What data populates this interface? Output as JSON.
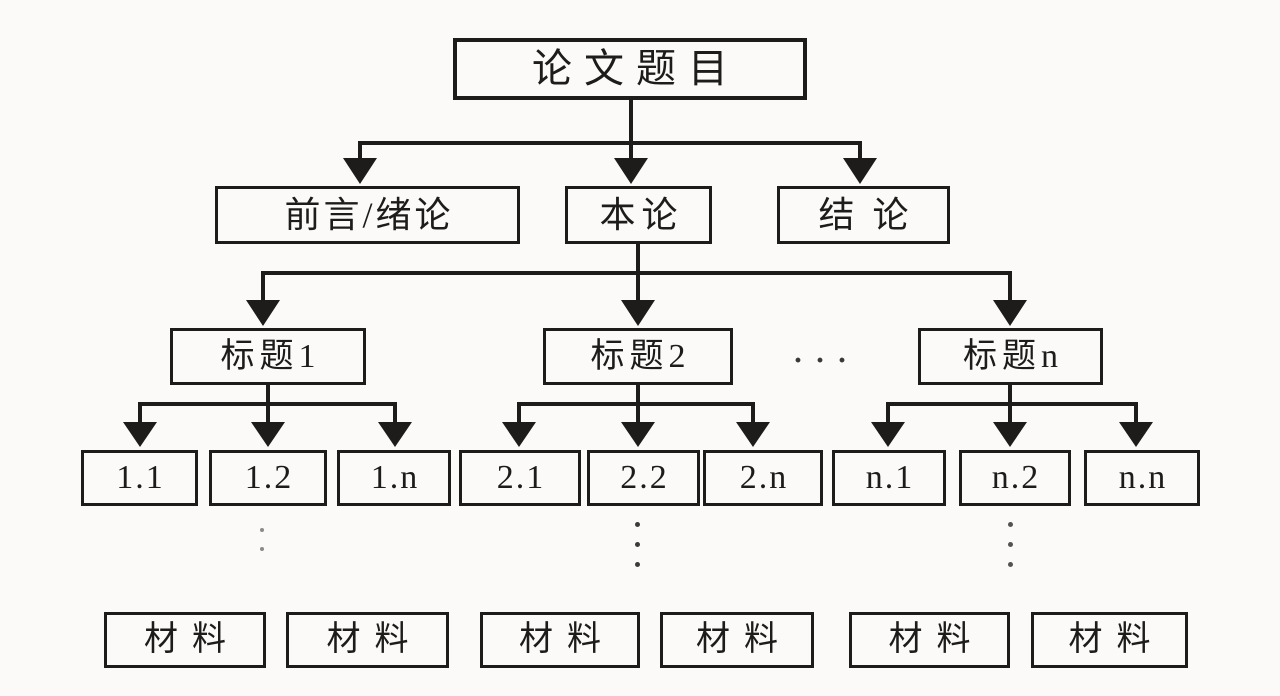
{
  "colors": {
    "background": "#fbfaf8",
    "ink": "#1d1c1a"
  },
  "diagram": {
    "root": {
      "label": "论文题目"
    },
    "level2": {
      "items": [
        {
          "label": "前言/绪论"
        },
        {
          "label": "本论"
        },
        {
          "label": "结论"
        }
      ]
    },
    "level3": {
      "items": [
        {
          "label": "标题1"
        },
        {
          "label": "标题2"
        },
        {
          "label": "标题n"
        }
      ],
      "ellipsis": "···"
    },
    "level4": {
      "items": [
        "1.1",
        "1.2",
        "1.n",
        "2.1",
        "2.2",
        "2.n",
        "n.1",
        "n.2",
        "n.n"
      ]
    },
    "continuation_ellipsis": "⋮",
    "materials": {
      "items": [
        "材料",
        "材料",
        "材料",
        "材料",
        "材料",
        "材料"
      ]
    }
  }
}
